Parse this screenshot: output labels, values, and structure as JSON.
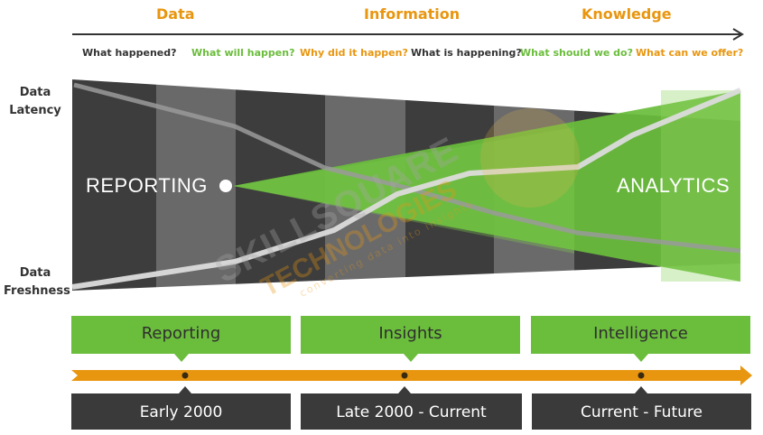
{
  "stages": [
    "Data",
    "Information",
    "Knowledge"
  ],
  "questions": [
    {
      "text": "What happened?",
      "color": "#333333"
    },
    {
      "text": "What will happen?",
      "color": "#6bbd3c"
    },
    {
      "text": "Why did it happen?",
      "color": "#e8960f"
    },
    {
      "text": "What is happening?",
      "color": "#333333"
    },
    {
      "text": "What should we do?",
      "color": "#6bbd3c"
    },
    {
      "text": "What can we offer?",
      "color": "#e8960f"
    }
  ],
  "left_axis": {
    "top": [
      "Data",
      "Latency"
    ],
    "bottom": [
      "Data",
      "Freshness"
    ]
  },
  "main_labels": {
    "left": "REPORTING",
    "right": "ANALYTICS"
  },
  "phases": [
    "Reporting",
    "Insights",
    "Intelligence"
  ],
  "eras": [
    "Early 2000",
    "Late 2000 - Current",
    "Current - Future"
  ],
  "watermark": {
    "line1": "SKILLSQUARE",
    "line2": "TECHNOLOGIES",
    "tagline": "converting data into insights"
  },
  "colors": {
    "green": "#6bbd3c",
    "orange": "#e8960f",
    "dark": "#3a3a3a"
  }
}
